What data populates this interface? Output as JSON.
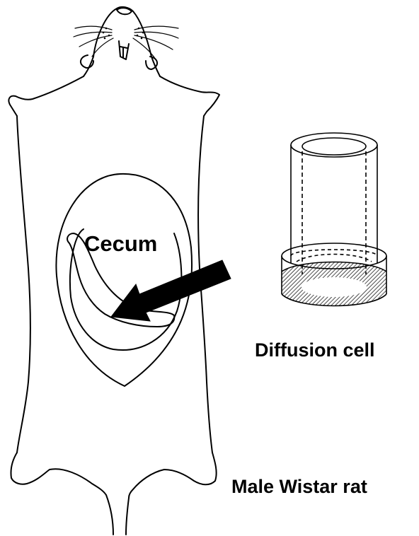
{
  "labels": {
    "cecum": "Cecum",
    "diffusion_cell": "Diffusion cell",
    "rat": "Male Wistar rat"
  },
  "colors": {
    "line": "#000000",
    "background": "#ffffff",
    "hatch": "#000000"
  },
  "icons": {
    "rat": "rat-outline-illustration",
    "cell": "diffusion-cell-cylinder",
    "arrow": "pointer-arrow"
  }
}
